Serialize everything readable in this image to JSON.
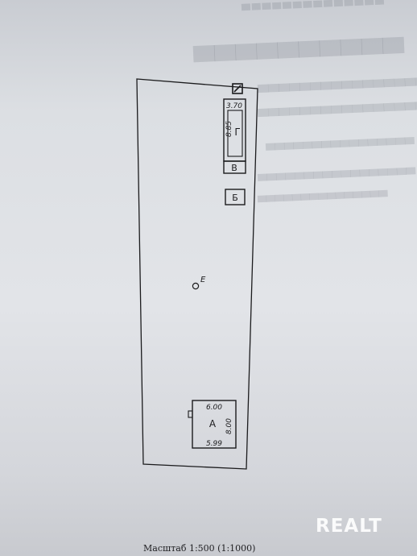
{
  "plan": {
    "buildings": [
      {
        "id": "A",
        "label": "А",
        "dim_top": "6.00",
        "dim_side": "8.00",
        "dim_bottom": "5.99"
      },
      {
        "id": "B",
        "label": "Б"
      },
      {
        "id": "V",
        "label": "В"
      },
      {
        "id": "G",
        "label": "Г",
        "dim_top": "3.70",
        "dim_side": "8.85"
      }
    ],
    "point_e": {
      "label": "Е"
    }
  },
  "scale_caption": "Масштаб 1:500 (1:1000)",
  "watermark": "REALT",
  "colors": {
    "line": "#1b1b1d",
    "paper": "#dcdfe3",
    "watermark": "#ffffff"
  }
}
